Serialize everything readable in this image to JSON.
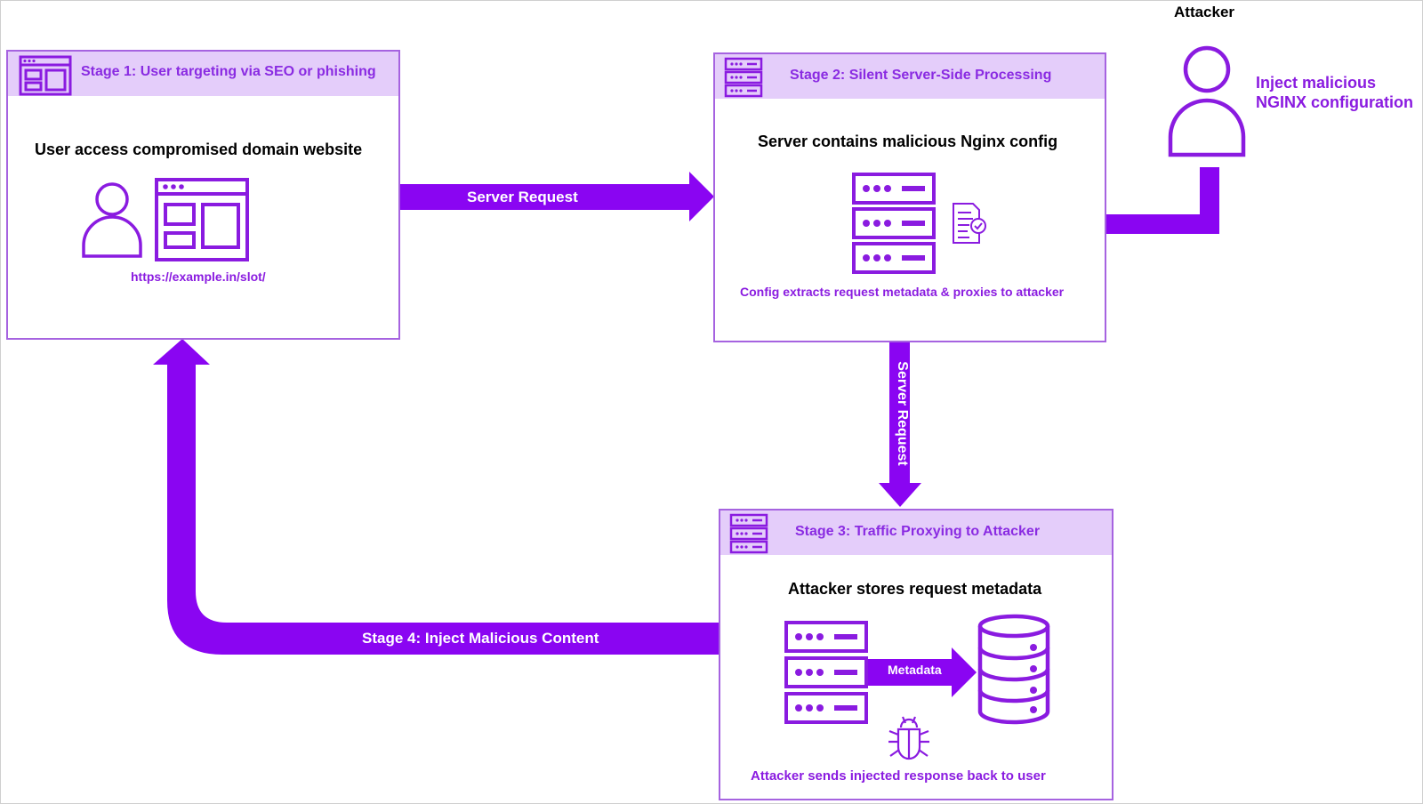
{
  "colors": {
    "accent": "#8a1be0",
    "arrow": "#8a05f2",
    "header_bg": "#e4cdfa",
    "border": "#a663e0"
  },
  "stage1": {
    "header": "Stage 1: User targeting via SEO or phishing",
    "title": "User access compromised domain website",
    "url": "https://example.in/slot/",
    "icons": [
      "browser-window-icon",
      "user-icon",
      "browser-window-icon"
    ]
  },
  "stage2": {
    "header": "Stage 2: Silent Server-Side Processing",
    "title": "Server contains malicious Nginx config",
    "caption": "Config extracts request metadata & proxies to attacker",
    "icons": [
      "server-rack-icon",
      "server-rack-icon",
      "config-document-icon"
    ]
  },
  "stage3": {
    "header": "Stage 3: Traffic Proxying to Attacker",
    "title": "Attacker stores request metadata",
    "metadata_label": "Metadata",
    "caption": "Attacker sends injected response back to user",
    "icons": [
      "server-rack-icon",
      "server-rack-icon",
      "database-icon",
      "bug-icon"
    ]
  },
  "attacker": {
    "label": "Attacker",
    "action_line1": "Inject malicious",
    "action_line2": "NGINX configuration",
    "icon": "user-icon"
  },
  "arrows": {
    "server_request_h": "Server Request",
    "server_request_v": "Server Request",
    "stage4": "Stage 4: Inject Malicious Content"
  }
}
